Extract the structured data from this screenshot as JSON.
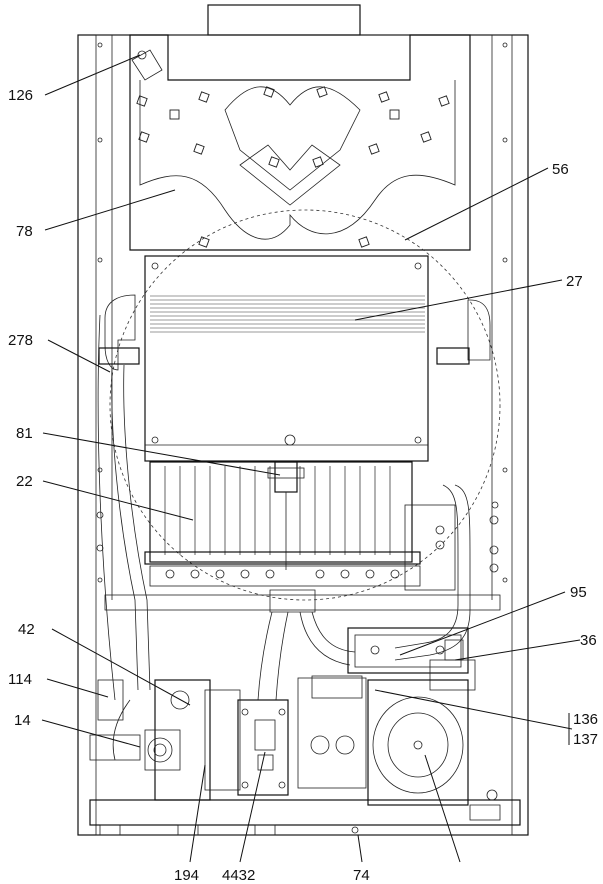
{
  "callouts": [
    {
      "id": "126",
      "text": "126"
    },
    {
      "id": "78",
      "text": "78"
    },
    {
      "id": "56",
      "text": "56"
    },
    {
      "id": "27",
      "text": "27"
    },
    {
      "id": "278",
      "text": "278"
    },
    {
      "id": "81",
      "text": "81"
    },
    {
      "id": "22",
      "text": "22"
    },
    {
      "id": "95",
      "text": "95"
    },
    {
      "id": "42",
      "text": "42"
    },
    {
      "id": "36",
      "text": "36"
    },
    {
      "id": "114",
      "text": "114"
    },
    {
      "id": "136",
      "text": "136"
    },
    {
      "id": "137",
      "text": "137"
    },
    {
      "id": "14",
      "text": "14"
    },
    {
      "id": "194",
      "text": "194"
    },
    {
      "id": "4432",
      "text": "4432"
    },
    {
      "id": "74",
      "text": "74"
    }
  ]
}
